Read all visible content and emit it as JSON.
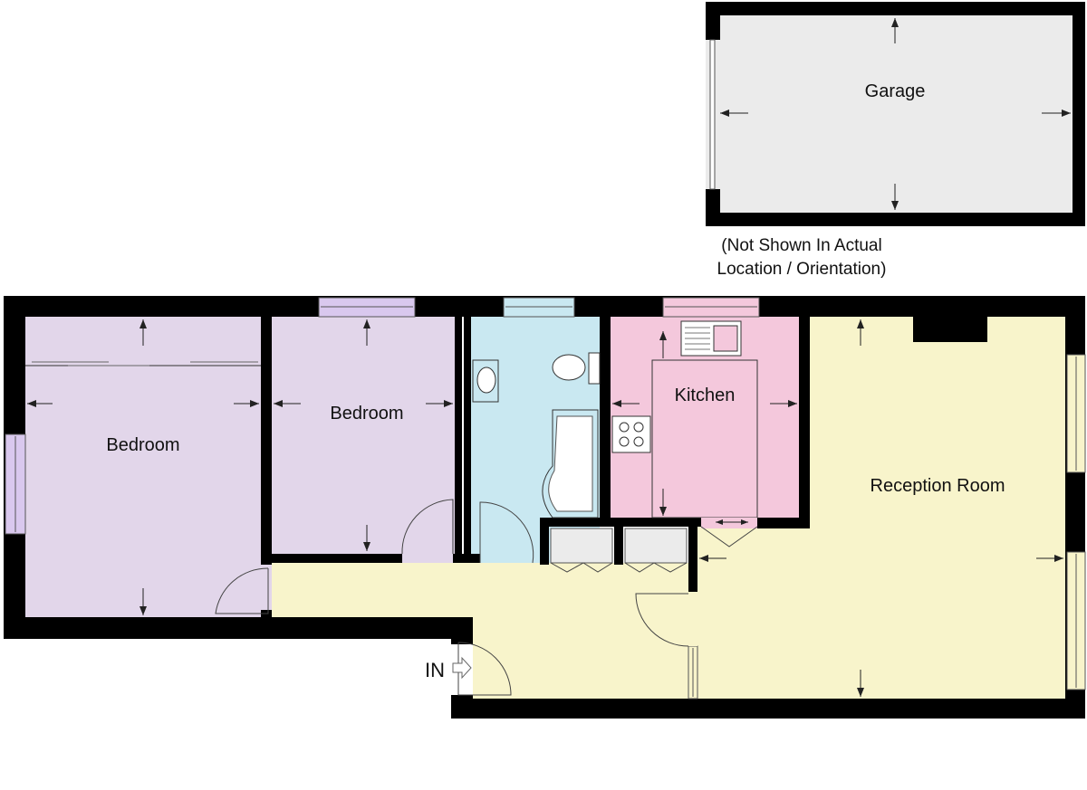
{
  "rooms": {
    "garage": "Garage",
    "bedroom_left": "Bedroom",
    "bedroom_middle": "Bedroom",
    "kitchen": "Kitchen",
    "reception": "Reception Room"
  },
  "note": {
    "line1": "(Not Shown In Actual",
    "line2": "Location / Orientation)"
  },
  "entry_label": "IN",
  "colors": {
    "wall": "#000000",
    "garage": "#ebebeb",
    "bedroom": "#e2d6ea",
    "bathroom": "#c9e8f1",
    "kitchen": "#f4c8dc",
    "reception": "#f8f4cb",
    "hall": "#f8f4cb",
    "window": "#d9c8ee"
  }
}
